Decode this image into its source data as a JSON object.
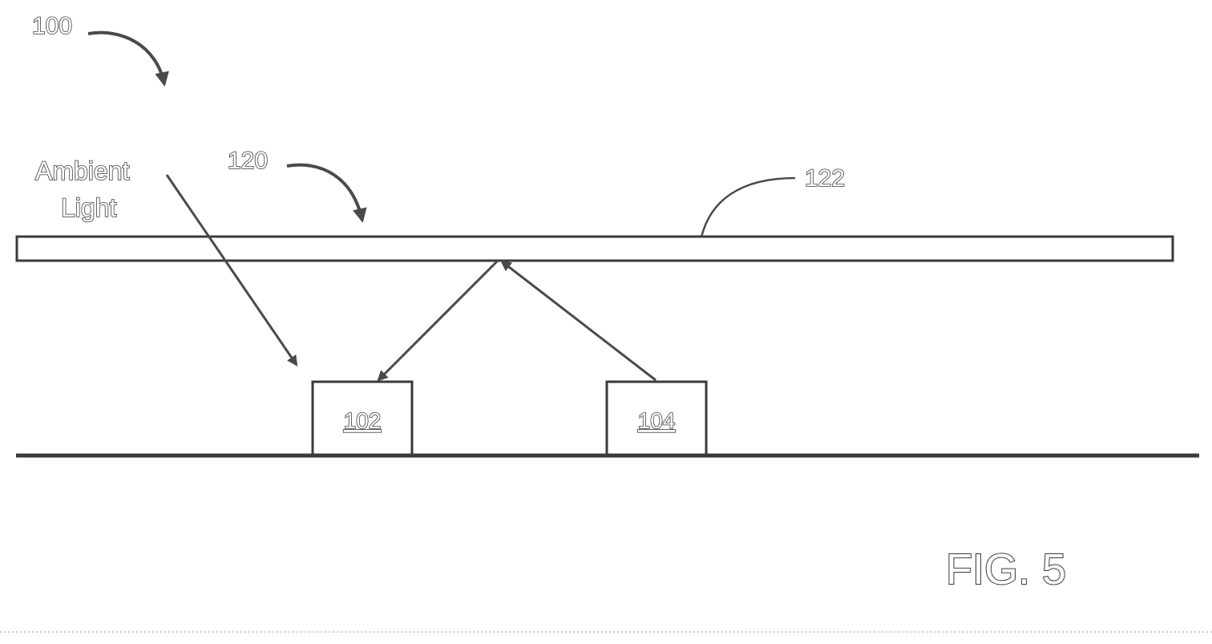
{
  "figure": {
    "label": "FIG. 5",
    "colors": {
      "line": "#3a3a3a",
      "arrow": "#4a4a4a",
      "background": "#ffffff"
    }
  },
  "labels": {
    "ref_100": "100",
    "ref_120": "120",
    "ref_122": "122",
    "ambient_line1": "Ambient",
    "ambient_line2": "Light"
  },
  "components": [
    {
      "id": "102",
      "label": "102"
    },
    {
      "id": "104",
      "label": "104"
    }
  ]
}
